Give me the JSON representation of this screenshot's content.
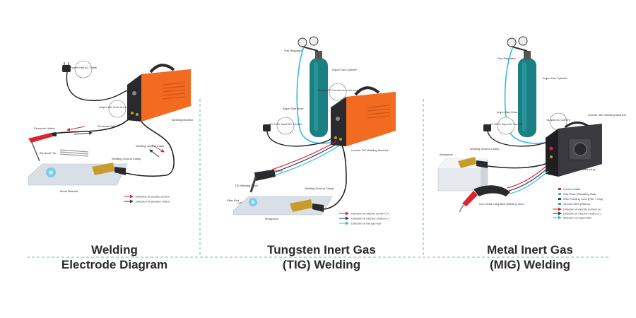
{
  "colors": {
    "machine_orange": "#f26b21",
    "machine_dark": "#2a2a2e",
    "cylinder_teal": "#1b7f84",
    "current_red": "#d7262d",
    "electron_dark": "#2f3a4a",
    "gas_cyan": "#35b8e6",
    "divider_green": "#4aa37a",
    "clamp_gold": "#c89c2c"
  },
  "panels": [
    {
      "title_line1": "Welding",
      "title_line2": "Electrode Diagram",
      "labels": {
        "power_plug": "Power Inlet AC Cable",
        "dc_cable": "Output DC Current to rod end",
        "electrode_holder": "Electrode Holder",
        "electrode_cable": "Electrode Cable",
        "electrode_tip": "Electrode Tip",
        "welding_machine": "Welding Machine",
        "ground_cable": "Welding Ground Cable",
        "ground_clamp": "Welding Ground Clamp",
        "workpiece": "Metal Material"
      },
      "legend": [
        "Direction of electric current",
        "Direction of electron motion"
      ]
    },
    {
      "title_line1": "Tungsten Inert Gas",
      "title_line2": "(TIG) Welding",
      "labels": {
        "regulator": "Gas Regulator",
        "cylinder": "Argon Gas Cylinder",
        "gas_hose": "Argon Gas Hose",
        "power_plug": "AC 220V Input AC Current",
        "dc_output": "Output DC Current to torch end",
        "machine": "Inverter TIG Welding Machine",
        "trigger": "Trigger Switch",
        "torch": "TIG Welding Torch",
        "filler": "Filler Rod",
        "ground_clamp": "Welding Ground Clamp",
        "workpiece": "Workpiece"
      },
      "legend": [
        "Direction of electric current (+)",
        "Direction of electron motion (-)",
        "Direction of the gas flow"
      ]
    },
    {
      "title_line1": "Metal Inert Gas",
      "title_line2": "(MIG) Welding",
      "labels": {
        "regulator": "Gas Regulator",
        "cylinder": "Argon Gas Cylinder",
        "gas_hose": "Argon Gas Hose",
        "power_plug": "AC 220V Input AC Current",
        "dc_output": "Output DC Current",
        "machine": "Inverter MIG Welding Machine",
        "ground_clamp": "Welding Ground Clamp",
        "workpiece": "Workpiece",
        "cable_assembly": "Euro torch cable plug",
        "torch": "Gun Head Integrated Welding Torch"
      },
      "legend": [
        "Control Cable",
        "Gas Hose (Shielding Gas)",
        "Wire Feeding Tube (Pull + Cap)",
        "Ground Wire (Return)",
        "Direction of electric current (+)",
        "Direction of electron motion (-)",
        "Direction of argon flow"
      ]
    }
  ]
}
